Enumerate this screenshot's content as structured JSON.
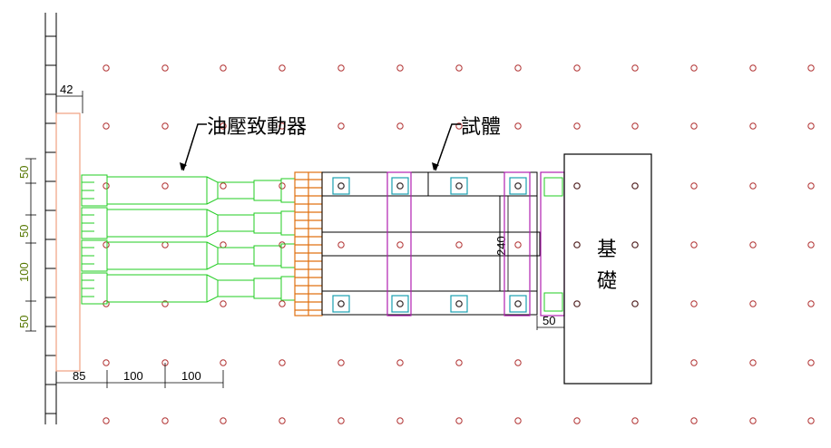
{
  "labels": {
    "actuator": "油壓致動器",
    "specimen": "試體",
    "foundation_line1": "基",
    "foundation_line2": "礎"
  },
  "dimensions": {
    "top_offset": "42",
    "vert_1": "50",
    "vert_2": "50",
    "vert_3": "100",
    "vert_4": "50",
    "bottom_left": "85",
    "bottom_mid1": "100",
    "bottom_mid2": "100",
    "specimen_depth": "240",
    "gap_right": "50"
  },
  "colors": {
    "grid_hole": "#b03030",
    "actuator": "#22cc22",
    "reaction_wall_plate": "#f0a080",
    "load_plate": "#e07010",
    "clamp": "#b020b0",
    "bolt_box": "#1aa0b0",
    "dim_text_green": "#557700",
    "line": "#000000"
  }
}
